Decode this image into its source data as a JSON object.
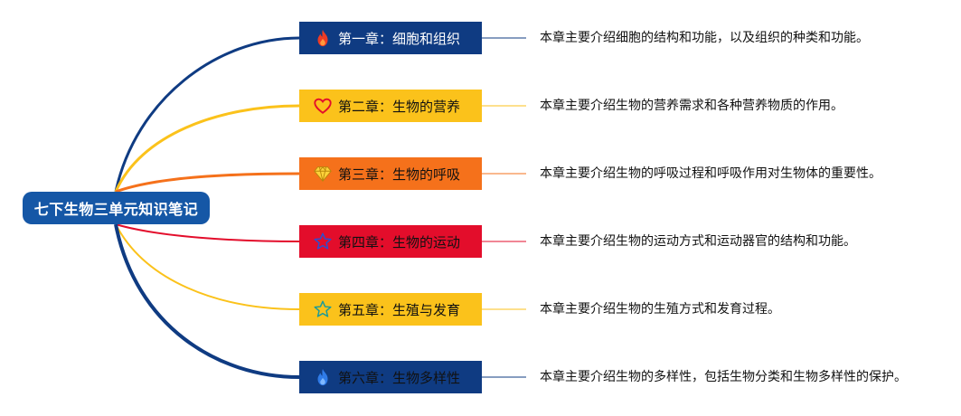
{
  "root": {
    "label": "七下生物三单元知识笔记"
  },
  "chapters": [
    {
      "title": "第一章：细胞和组织",
      "desc": "本章主要介绍细胞的结构和功能，以及组织的种类和功能。",
      "icon": "flame-icon",
      "color": "#0f3b82",
      "text_color": "#ffffff"
    },
    {
      "title": "第二章：生物的营养",
      "desc": "本章主要介绍生物的营养需求和各种营养物质的作用。",
      "icon": "heart-icon",
      "color": "#fbc21b",
      "text_color": "#111111"
    },
    {
      "title": "第三章：生物的呼吸",
      "desc": "本章主要介绍生物的呼吸过程和呼吸作用对生物体的重要性。",
      "icon": "diamond-icon",
      "color": "#f5711b",
      "text_color": "#111111"
    },
    {
      "title": "第四章：生物的运动",
      "desc": "本章主要介绍生物的运动方式和运动器官的结构和功能。",
      "icon": "star-outline-blue-icon",
      "color": "#e30d2b",
      "text_color": "#111111"
    },
    {
      "title": "第五章：生殖与发育",
      "desc": "本章主要介绍生物的生殖方式和发育过程。",
      "icon": "star-outline-teal-icon",
      "color": "#fbc21b",
      "text_color": "#111111"
    },
    {
      "title": "第六章：生物多样性",
      "desc": "本章主要介绍生物的多样性，包括生物分类和生物多样性的保护。",
      "icon": "flame-blue-icon",
      "color": "#0f3b82",
      "text_color": "#111111"
    }
  ]
}
